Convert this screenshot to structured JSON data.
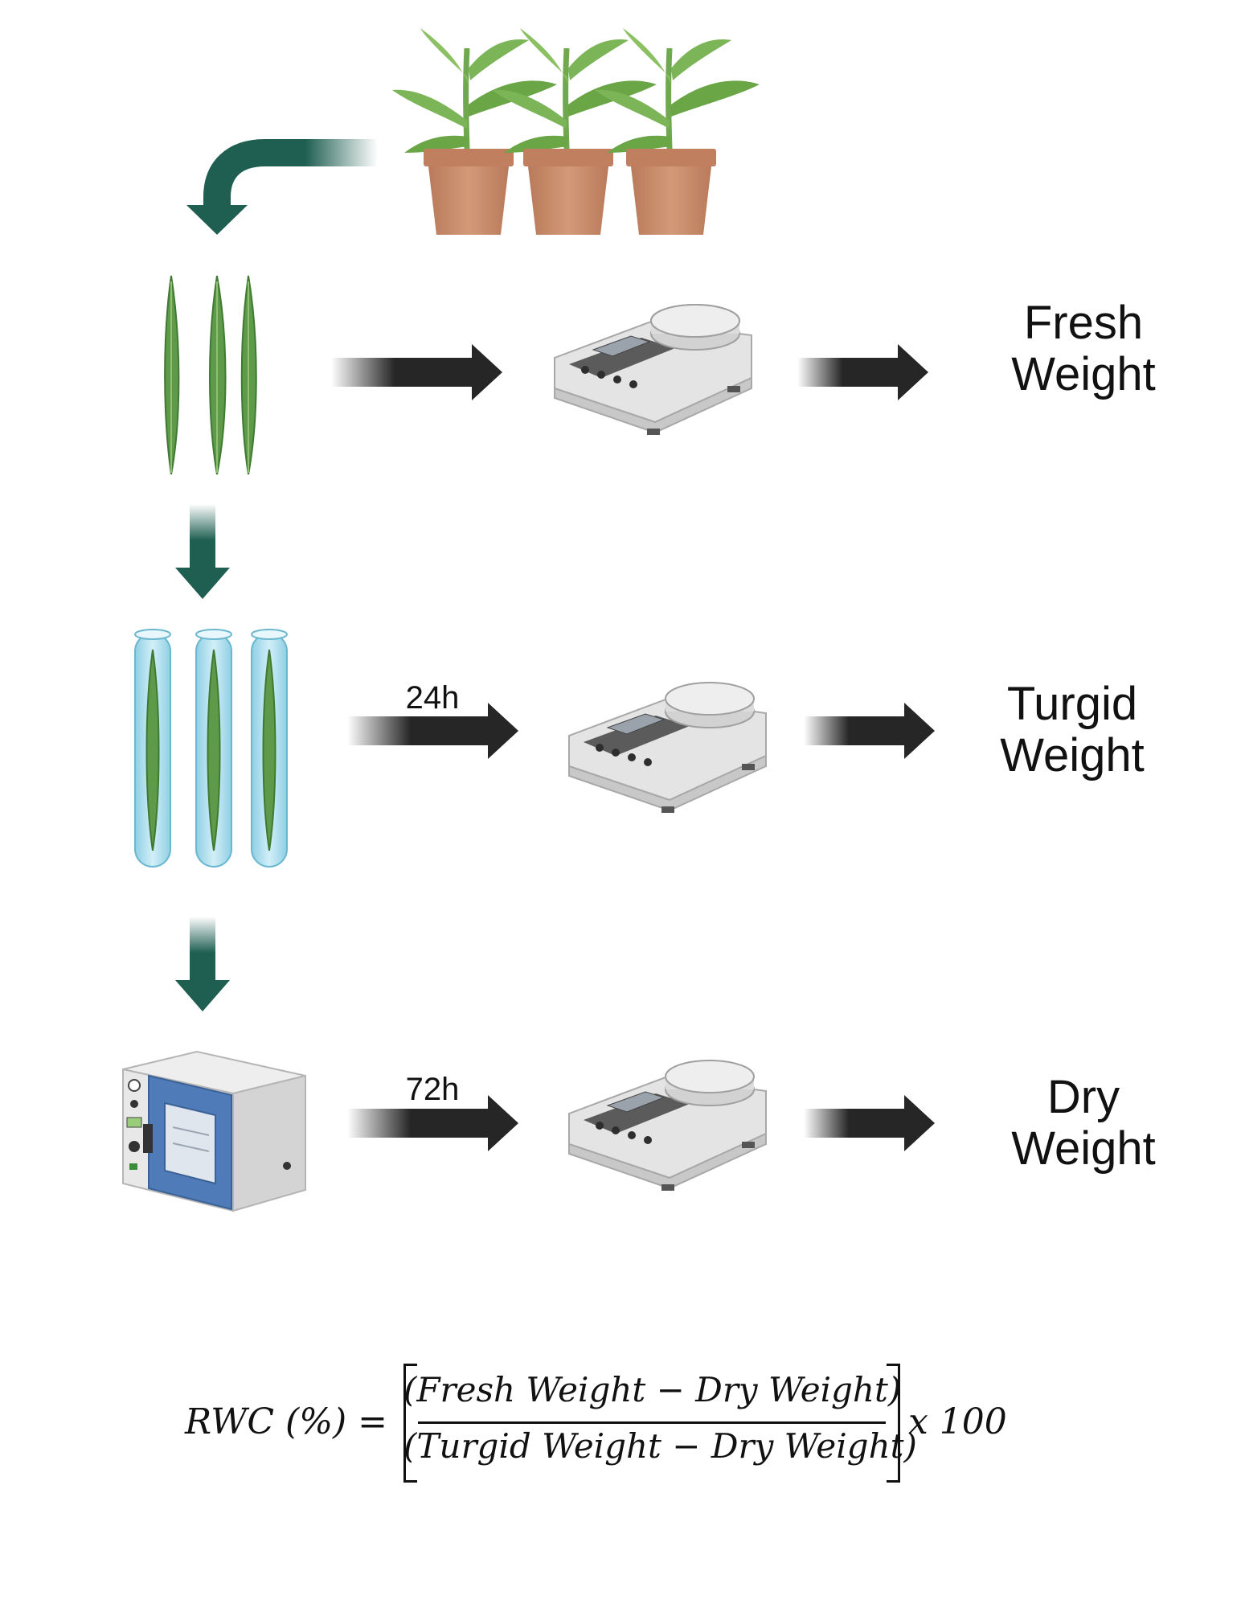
{
  "steps": {
    "fresh": {
      "line1": "Fresh",
      "line2": "Weight"
    },
    "turgid": {
      "line1": "Turgid",
      "line2": "Weight",
      "duration": "24h"
    },
    "dry": {
      "line1": "Dry",
      "line2": "Weight",
      "duration": "72h"
    }
  },
  "formula": {
    "lhs": "RWC (%) =",
    "numerator": "(Fresh Weight − Dry Weight)",
    "denominator": "(Turgid Weight − Dry Weight)",
    "multiplier": "x 100"
  },
  "colors": {
    "flow_arrow": "#1f5f52",
    "process_arrow": "#262626",
    "leaf": "#5e9a4a",
    "pot": "#c98a68",
    "tube_water": "#aee0ef",
    "oven_door": "#4f7bb8",
    "scale_body": "#e4e4e4"
  }
}
